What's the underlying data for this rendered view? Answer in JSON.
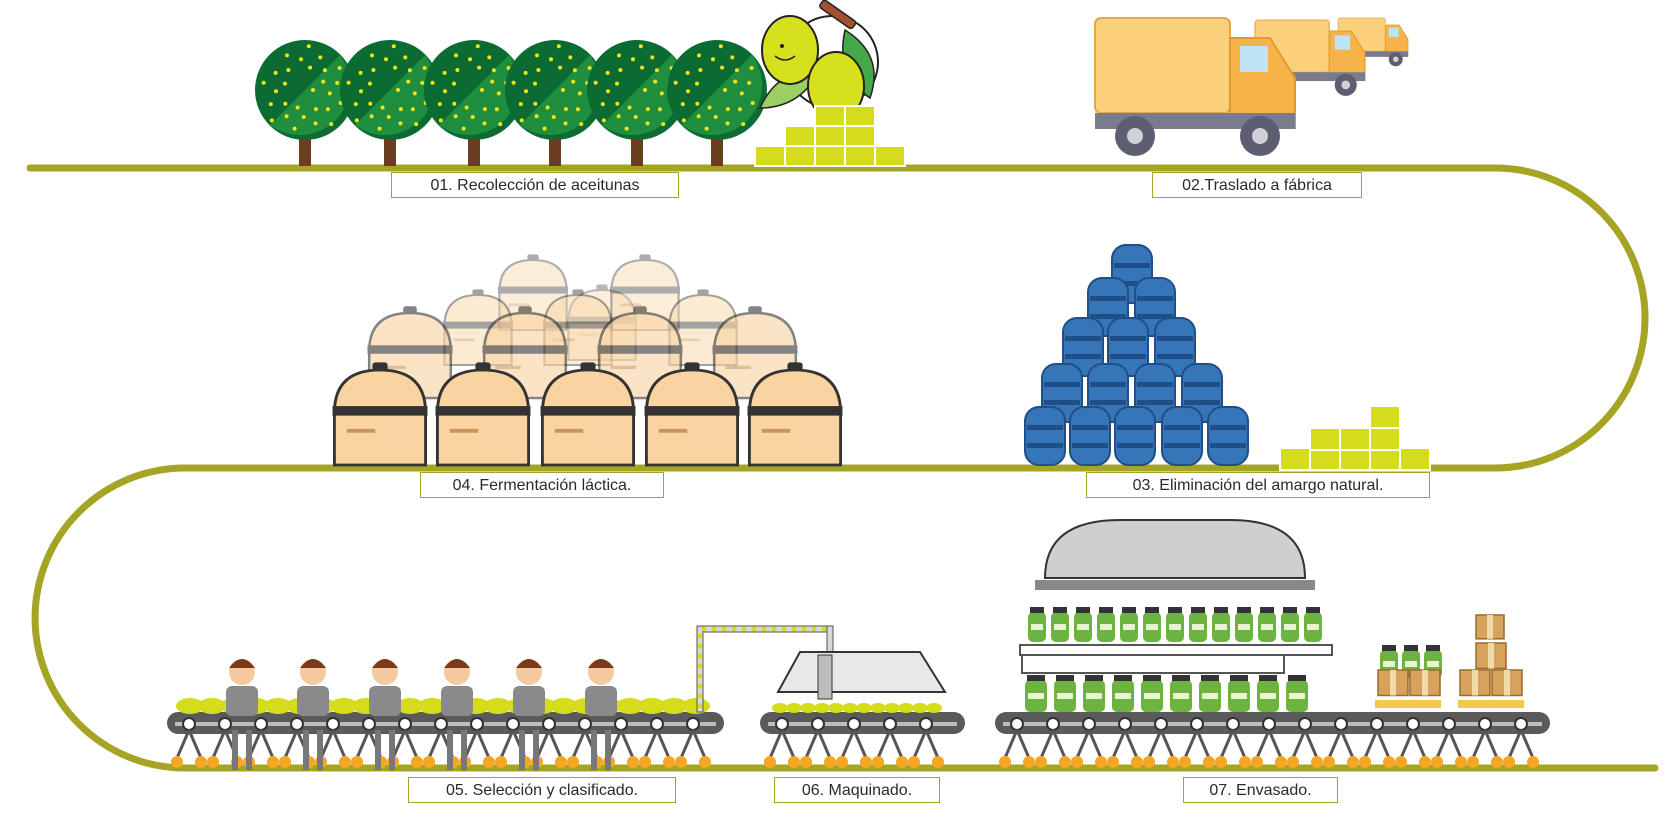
{
  "steps": [
    {
      "id": "01",
      "label": "01. Recolección de aceitunas"
    },
    {
      "id": "02",
      "label": "02.Traslado a fábrica"
    },
    {
      "id": "03",
      "label": "03. Eliminación del amargo natural."
    },
    {
      "id": "04",
      "label": "04. Fermentación láctica."
    },
    {
      "id": "05",
      "label": "05. Selección y clasificado."
    },
    {
      "id": "06",
      "label": "06. Maquinado."
    },
    {
      "id": "07",
      "label": "07. Envasado."
    }
  ],
  "colors": {
    "path": "#a5a425",
    "olive": "#d4dc1c",
    "tree_dark": "#0b6b32",
    "tree_light": "#1f8f3f",
    "truck": "#fcd07a",
    "barrel": "#3575b8",
    "tank": "#f9d3a0",
    "conveyor": "#5a5a5a",
    "wheel": "#f5a623",
    "jar": "#6db33f",
    "box": "#d6a25c"
  }
}
